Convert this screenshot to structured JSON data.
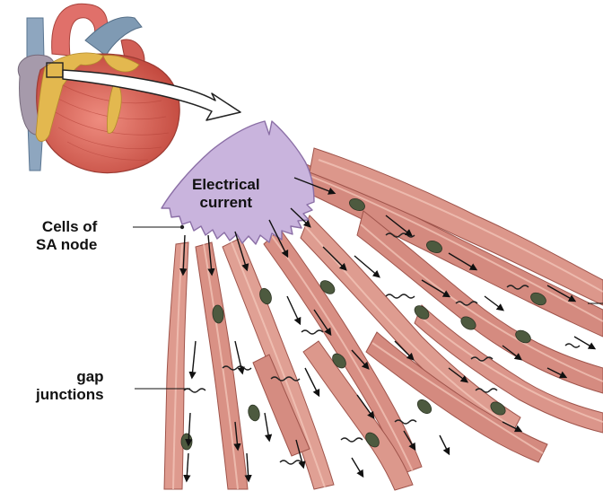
{
  "labels": {
    "sa_node": [
      "Cells of",
      "SA node"
    ],
    "electrical_current": [
      "Electrical",
      "current"
    ],
    "gap_junctions": [
      "gap",
      "junctions"
    ]
  },
  "colors": {
    "muscle": "#d98a80",
    "muscle_dark": "#a5564d",
    "muscle_light": "#f2c2b6",
    "nucleus": "#4a5c3c",
    "sa_node": "#c8b3dc",
    "sa_node_stroke": "#8d73a6",
    "heart": "#d9675a",
    "fat": "#e0b64e",
    "vessel": "#7e9bb4",
    "vein": "#9bb1c7",
    "arrow": "#111111"
  },
  "icons": {
    "arrows": "flow-arrow-icon",
    "gap": "gap-junction-icon",
    "nucleus": "nucleus-icon"
  }
}
